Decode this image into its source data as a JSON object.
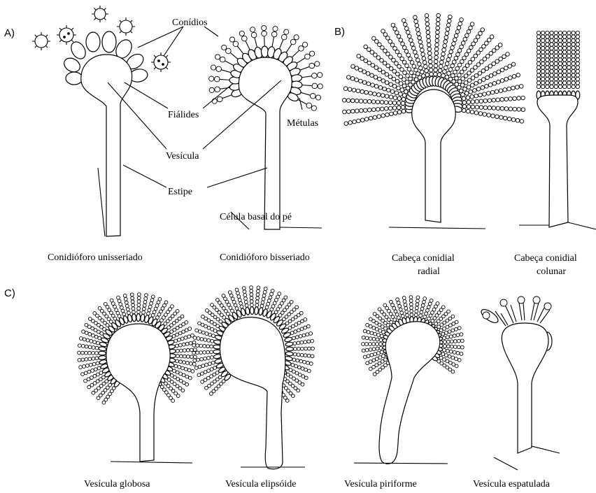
{
  "panels": {
    "a": {
      "letter": "A)",
      "labels": {
        "conidios": "Conídios",
        "fialides": "Fiálides",
        "metulas": "Métulas",
        "vesicula": "Vesícula",
        "estipe": "Estipe",
        "celula_basal": "Célula basal do pé"
      },
      "captions": {
        "unisseriado": "Conidióforo unisseriado",
        "bisseriado": "Conidióforo bisseriado"
      }
    },
    "b": {
      "letter": "B)",
      "captions": {
        "radial_1": "Cabeça conidial",
        "radial_2": "radial",
        "colunar_1": "Cabeça conidial",
        "colunar_2": "colunar"
      }
    },
    "c": {
      "letter": "C)",
      "captions": {
        "globosa": "Vesícula globosa",
        "elipsoide": "Vesícula elipsóide",
        "piriforme": "Vesícula piriforme",
        "espatulada": "Vesícula espatulada"
      }
    }
  }
}
